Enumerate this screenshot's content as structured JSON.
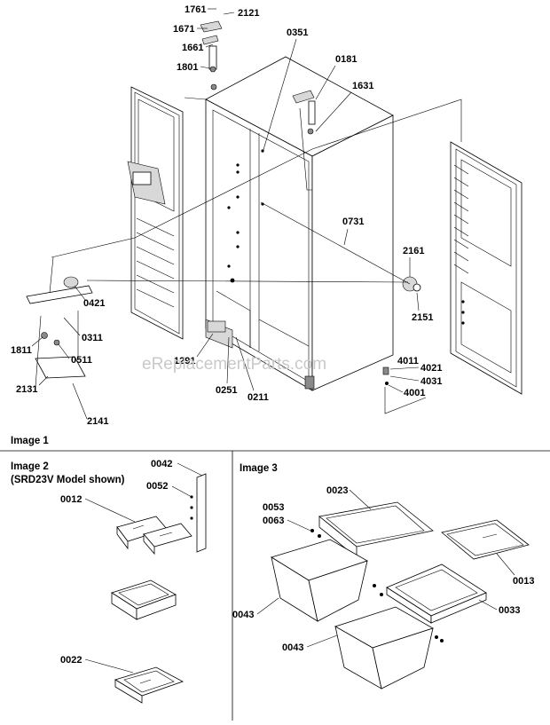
{
  "watermark": "eReplacementParts.com",
  "panels": {
    "image1": {
      "caption": "Image 1"
    },
    "image2": {
      "caption": "Image 2",
      "subcaption": "(SRD23V Model shown)"
    },
    "image3": {
      "caption": "Image 3"
    }
  },
  "labels": {
    "p1761": "1761",
    "p2121": "2121",
    "p1671": "1671",
    "p1661": "1661",
    "p1801": "1801",
    "p0351": "0351",
    "p0181": "0181",
    "p1631": "1631",
    "p0731": "0731",
    "p2161": "2161",
    "p2151": "2151",
    "p0421": "0421",
    "p0311": "0311",
    "p1811": "1811",
    "p0511": "0511",
    "p2131": "2131",
    "p2141": "2141",
    "p1291": "1291",
    "p0251": "0251",
    "p0211": "0211",
    "p4011": "4011",
    "p4021": "4021",
    "p4031": "4031",
    "p4001": "4001",
    "p0042": "0042",
    "p0052": "0052",
    "p0012": "0012",
    "p0022": "0022",
    "p0023": "0023",
    "p0053": "0053",
    "p0063": "0063",
    "p0013": "0013",
    "p0043a": "0043",
    "p0033": "0033",
    "p0043b": "0043"
  }
}
